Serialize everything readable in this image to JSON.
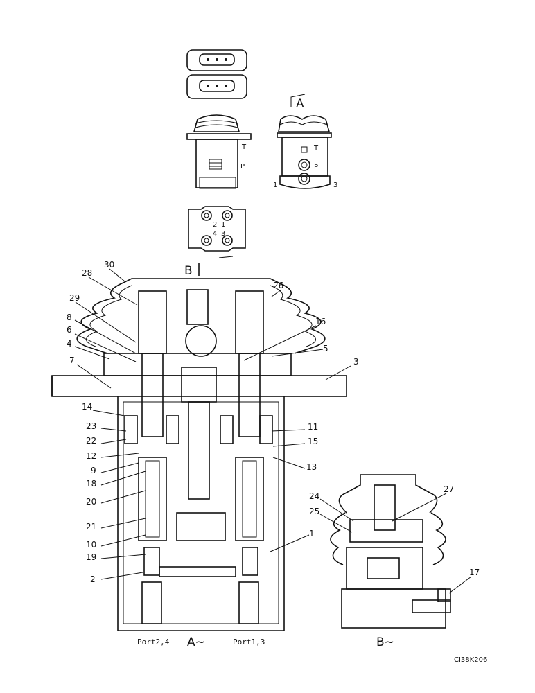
{
  "view_labels": {
    "top_right_section": "A",
    "section_b_marker": "B",
    "bottom_a": "A~",
    "bottom_b": "B~"
  },
  "port_labels": {
    "left": "Port2,4",
    "right": "Port1,3"
  },
  "small_labels": {
    "t_left": "T",
    "p_left": "P",
    "t_right": "T",
    "p_right": "P",
    "r1": "1",
    "r3": "3",
    "bottom_2": "2",
    "bottom_1": "1",
    "bottom_4": "4",
    "bottom_3": "3"
  },
  "part_numbers": [
    "30",
    "28",
    "26",
    "29",
    "16",
    "8",
    "6",
    "4",
    "5",
    "7",
    "3",
    "14",
    "23",
    "11",
    "22",
    "15",
    "12",
    "9",
    "13",
    "18",
    "20",
    "21",
    "10",
    "1",
    "19",
    "2",
    "24",
    "25",
    "27",
    "17"
  ],
  "drawing_code": "CI38K206"
}
